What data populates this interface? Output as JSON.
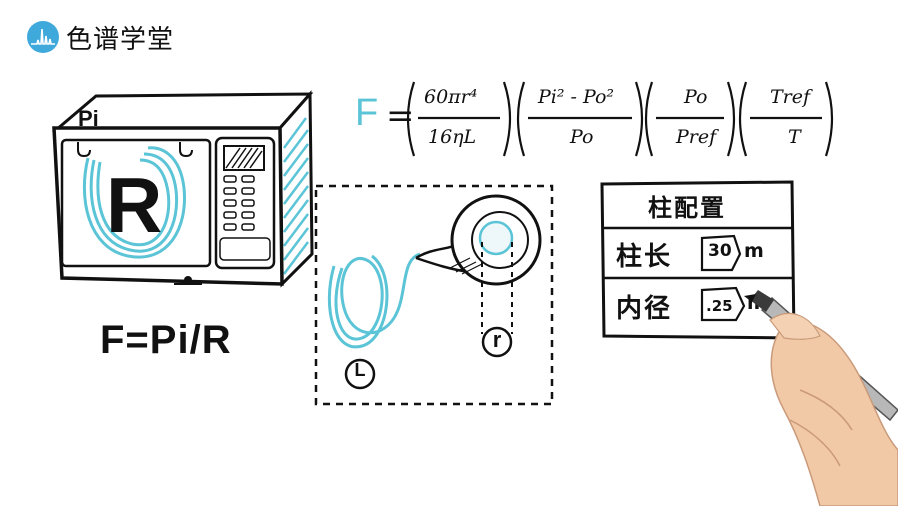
{
  "logo": {
    "text": "色谱学堂",
    "icon": "chromatogram-icon",
    "color": "#3fa9dc"
  },
  "instrument": {
    "pressure_label": "Pi",
    "resistance_label": "R"
  },
  "main_formula": "F=Pi/R",
  "equation": {
    "lhs": "F",
    "eq": "=",
    "t1_num": "60πr⁴",
    "t1_den": "16ηL",
    "t2_num": "Pi² - Po²",
    "t2_den": "Po",
    "t3_num": "Po",
    "t3_den": "Pref",
    "t4_num": "Tref",
    "t4_den": "T"
  },
  "column_diagram": {
    "length_label": "L",
    "radius_label": "r"
  },
  "config": {
    "title": "柱配置",
    "length_label": "柱长",
    "length_value": "30",
    "length_unit": "m",
    "id_label": "内径",
    "id_value": ".25",
    "id_unit": "m"
  },
  "colors": {
    "accent": "#5bc4d6",
    "ink": "#111111"
  }
}
